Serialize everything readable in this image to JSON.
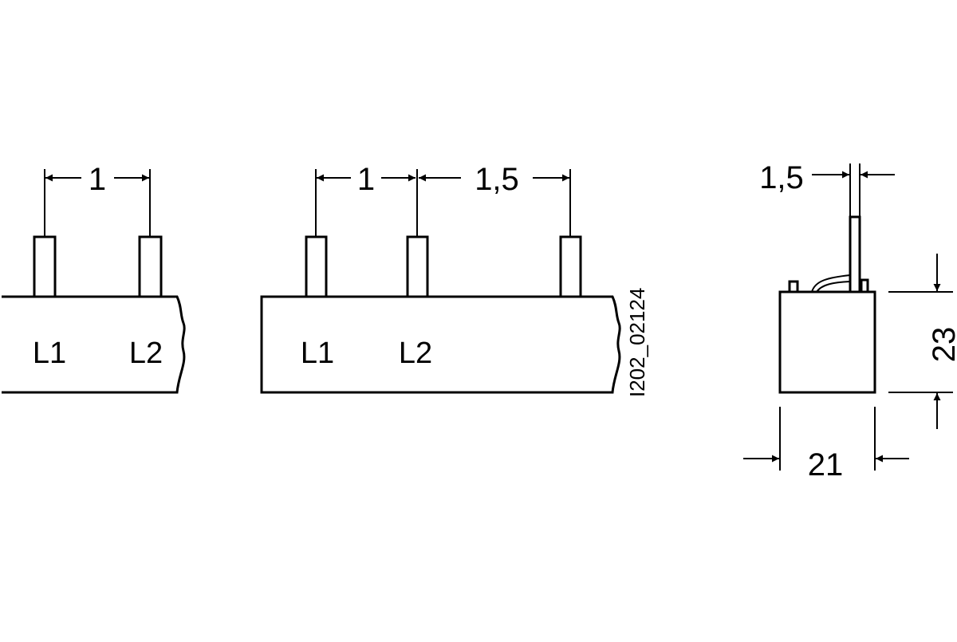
{
  "drawing_code": "I202_02124",
  "view_a": {
    "dimension": "1",
    "labels": [
      "L1",
      "L2"
    ]
  },
  "view_b": {
    "dimension_1": "1",
    "dimension_2": "1,5",
    "labels": [
      "L1",
      "L2"
    ]
  },
  "view_c": {
    "pin_width": "1,5",
    "height": "23",
    "width": "21"
  }
}
